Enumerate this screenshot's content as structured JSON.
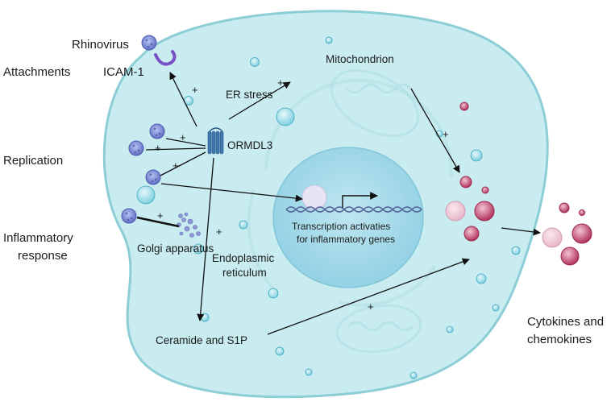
{
  "labels": {
    "rhinovirus": "Rhinovirus",
    "icam1": "ICAM-1",
    "attachments": "Attachments",
    "replication": "Replication",
    "inflammatory_line1": "Inflammatory",
    "inflammatory_line2": "response",
    "mitochondrion": "Mitochondrion",
    "er_stress": "ER stress",
    "ormdl3": "ORMDL3",
    "transcription_line1": "Transcription activaties",
    "transcription_line2": "for inflammatory genes",
    "golgi": "Golgi apparatus",
    "er_line1": "Endoplasmic",
    "er_line2": "reticulum",
    "ceramide": "Ceramide and S1P",
    "cytokines_line1": "Cytokines and",
    "cytokines_line2": "chemokines"
  },
  "plus_sign": "+",
  "colors": {
    "cell_fill": "#c8ecef",
    "cell_stroke": "#8ccdd6",
    "nucleus_fill": "#a5dbe9",
    "vesicle_fill": "#b4e4ee",
    "vesicle_stroke": "#3ba7be",
    "virus_fill": "#8090d8",
    "receptor": "#7a52c7",
    "ormdl3": "#3f77b0",
    "golgi": "#8f98d6",
    "dna": "#5a6c9e",
    "cytokine": "#b02c55",
    "arrow": "#111111"
  }
}
